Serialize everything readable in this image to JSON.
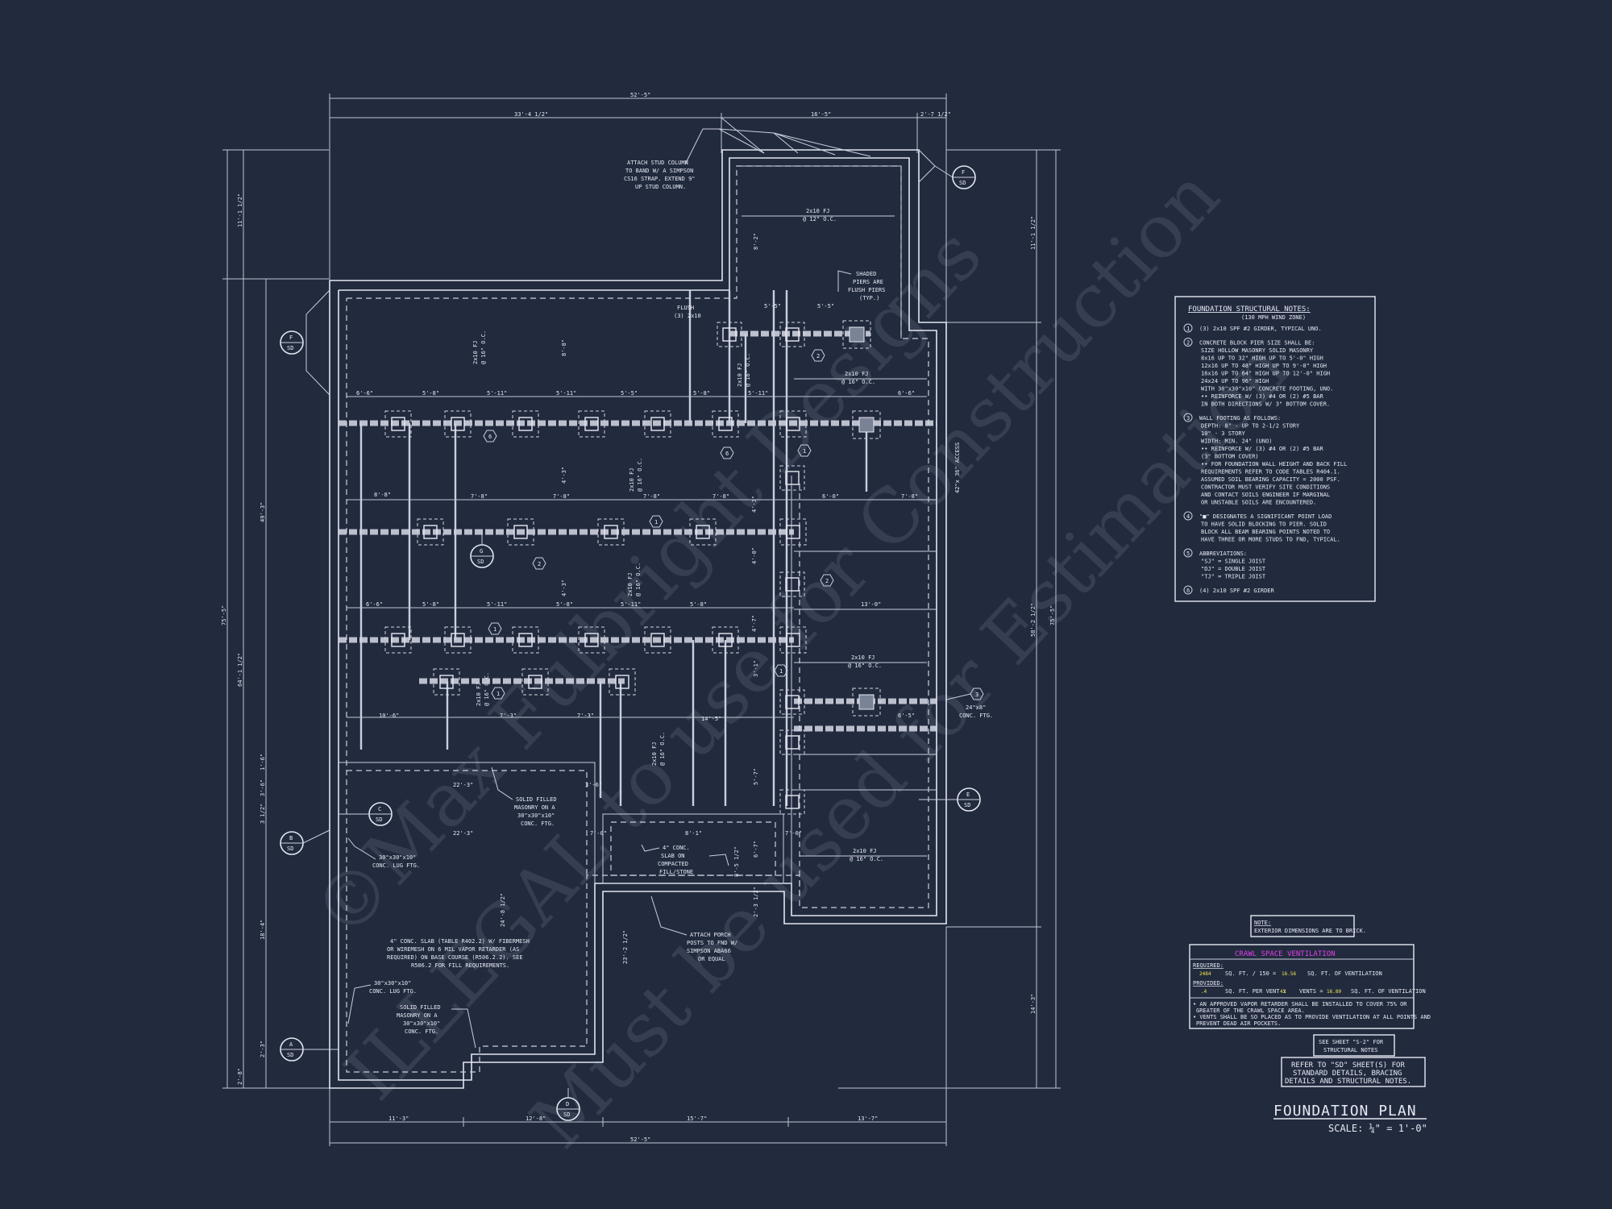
{
  "sheet_title": "FOUNDATION PLAN",
  "scale": "SCALE: ¼\" = 1'-0\"",
  "watermark": {
    "line1": "©Max Fulbright Designs",
    "line2": "ILLEGAL to use for Construction",
    "line3": "Must be used for Estimation"
  },
  "overall_dims": {
    "top_total": "52'-5\"",
    "top_left": "33'-4 1/2\"",
    "top_mid": "16'-5\"",
    "top_right": "2'-7 1/2\"",
    "bottom_total": "52'-5\"",
    "bottom_segments": [
      "11'-3\"",
      "12'-8\"",
      "15'-7\"",
      "13'-7\""
    ],
    "left_total": "75'-5\"",
    "left_upper": "11'-1 1/2\"",
    "left_inner": "49'-3\"",
    "left_lower": "64'-1 1/2\"",
    "left_small": [
      "1'-6\"",
      "3'-6\"",
      "3 1/2\"",
      "18'-4\"",
      "2'-3\"",
      "2'-8\""
    ],
    "right_total": "75'-5\"",
    "right_upper": "11'-1 1/2\"",
    "right_mid": "58'-2 1/2\"",
    "right_lower": "14'-3\""
  },
  "notes_panel": {
    "title": "FOUNDATION STRUCTURAL NOTES:",
    "subtitle": "(130 MPH WIND ZONE)",
    "items": [
      {
        "num": "1",
        "text": "(3) 2x10 SPF #2 GIRDER, TYPICAL UNO."
      },
      {
        "num": "2",
        "text": "CONCRETE BLOCK PIER SIZE SHALL BE:"
      },
      {
        "num": "",
        "text": "SIZE   HOLLOW MASONRY   SOLID MASONRY"
      },
      {
        "num": "",
        "text": "8x16   UP TO 32\" HIGH   UP TO 5'-0\" HIGH"
      },
      {
        "num": "",
        "text": "12x16  UP TO 48\" HIGH   UP TO 9'-0\" HIGH"
      },
      {
        "num": "",
        "text": "16x16  UP TO 64\" HIGH   UP TO 12'-0\" HIGH"
      },
      {
        "num": "",
        "text": "24x24  UP TO 96\" HIGH"
      },
      {
        "num": "",
        "text": "WITH 30\"x30\"x10\" CONCRETE FOOTING, UNO."
      },
      {
        "num": "",
        "text": "•• REINFORCE W/ (3) #4 OR (2) #5 BAR"
      },
      {
        "num": "",
        "text": "IN BOTH DIRECTIONS W/ 3\" BOTTOM COVER."
      },
      {
        "num": "3",
        "text": "WALL FOOTING AS FOLLOWS:"
      },
      {
        "num": "",
        "text": "DEPTH: 8\" - UP TO 2-1/2 STORY"
      },
      {
        "num": "",
        "text": "10\" - 3 STORY"
      },
      {
        "num": "",
        "text": "WIDTH: MIN. 24\" (UNO)"
      },
      {
        "num": "",
        "text": "•• REINFORCE W/ (3) #4 OR (2) #5 BAR"
      },
      {
        "num": "",
        "text": "(3\" BOTTOM COVER)"
      },
      {
        "num": "",
        "text": "•• FOR FOUNDATION WALL HEIGHT AND BACK FILL"
      },
      {
        "num": "",
        "text": "REQUIREMENTS REFER TO CODE TABLES R404.1."
      },
      {
        "num": "",
        "text": "ASSUMED SOIL BEARING CAPACITY = 2000 PSF."
      },
      {
        "num": "",
        "text": "CONTRACTOR MUST VERIFY SITE CONDITIONS"
      },
      {
        "num": "",
        "text": "AND CONTACT SOILS ENGINEER IF MARGINAL"
      },
      {
        "num": "",
        "text": "OR UNSTABLE SOILS ARE ENCOUNTERED."
      },
      {
        "num": "4",
        "text": "\"■\" DESIGNATES A SIGNIFICANT POINT LOAD"
      },
      {
        "num": "",
        "text": "TO HAVE SOLID BLOCKING TO PIER. SOLID"
      },
      {
        "num": "",
        "text": "BLOCK ALL BEAM BEARING POINTS NOTED TO"
      },
      {
        "num": "",
        "text": "HAVE THREE OR MORE STUDS TO FND, TYPICAL."
      },
      {
        "num": "5",
        "text": "ABBREVIATIONS:"
      },
      {
        "num": "",
        "text": "\"SJ\" = SINGLE JOIST"
      },
      {
        "num": "",
        "text": "\"DJ\" = DOUBLE JOIST"
      },
      {
        "num": "",
        "text": "\"TJ\" = TRIPLE JOIST"
      },
      {
        "num": "6",
        "text": "(4) 2x10 SPF #2 GIRDER"
      }
    ]
  },
  "small_note": {
    "label": "NOTE:",
    "text": "EXTERIOR DIMENSIONS ARE TO BRICK."
  },
  "crawl": {
    "title": "CRAWL SPACE VENTILATION",
    "required_label": "REQUIRED:",
    "required_sqft": "2484",
    "required_mid": "SQ. FT. / 150 =",
    "required_vent": "16.56",
    "required_tail": "SQ. FT. OF VENTILATION",
    "provided_label": "PROVIDED:",
    "provided_per": ".4",
    "provided_mid": "SQ. FT. PER VENT x",
    "provided_vents": "42",
    "provided_mid2": "VENTS =",
    "provided_total": "16.80",
    "provided_tail": "SQ. FT. OF VENTILATION",
    "note1": "• AN APPROVED VAPOR RETARDER SHALL BE INSTALLED TO COVER 75% OR",
    "note1b": "GREATER OF THE CRAWL SPACE AREA.",
    "note2": "• VENTS SHALL BE SO PLACED AS TO PROVIDE VENTILATION AT ALL POINTS AND",
    "note2b": "PREVENT DEAD AIR POCKETS."
  },
  "see_sheet": {
    "line1": "SEE SHEET \"S-2\" FOR",
    "line2": "STRUCTURAL NOTES"
  },
  "refer_sd": {
    "line1": "REFER TO \"SD\" SHEET(S) FOR",
    "line2": "STANDARD DETAILS, BRACING",
    "line3": "DETAILS AND STRUCTURAL NOTES."
  },
  "callouts": {
    "attach_stud": [
      "ATTACH STUD COLUMN",
      "TO BAND W/ A SIMPSON",
      "CS16 STRAP. EXTEND 9\"",
      "UP STUD COLUMN."
    ],
    "shaded_piers": [
      "SHADED",
      "PIERS ARE",
      "FLUSH PIERS",
      "(TYP.)"
    ],
    "flush": [
      "FLUSH",
      "(3) 2x10"
    ],
    "solid_filled_1": [
      "SOLID FILLED",
      "MASONRY ON A",
      "30\"x30\"x10\"",
      "CONC. FTG."
    ],
    "conc_slab_porch": [
      "4\" CONC.",
      "SLAB ON",
      "COMPACTED",
      "FILL/STONE"
    ],
    "lug_ftg_1": [
      "30\"x30\"x10\"",
      "CONC. LUG FTG."
    ],
    "conc_slab_main": [
      "4\" CONC. SLAB (TABLE R402.2) W/ FIBERMESH",
      "OR WIREMESH ON 6 MIL VAPOR RETARDER (AS",
      "REQUIRED) ON BASE COURSE (R506.2.2). SEE",
      "R506.2 FOR FILL REQUIREMENTS."
    ],
    "lug_ftg_2": [
      "30\"x30\"x10\"",
      "CONC. LUG FTG."
    ],
    "solid_filled_2": [
      "SOLID FILLED",
      "MASONRY ON A",
      "30\"x30\"x10\"",
      "CONC. FTG."
    ],
    "attach_porch": [
      "ATTACH PORCH",
      "POSTS TO FND W/",
      "SIMPSON ABA66",
      "OR EQUAL"
    ],
    "conc_ftg_24": [
      "24\"x8\"",
      "CONC. FTG."
    ],
    "access": "42\"x 36\" ACCESS"
  },
  "joist_labels": {
    "fj_top": [
      "2x10 FJ",
      "@ 12\" O.C."
    ],
    "fj_16": [
      "2x10 FJ",
      "@ 16\" O.C."
    ]
  },
  "section_markers": [
    {
      "letter": "F",
      "sheet": "SD"
    },
    {
      "letter": "F",
      "sheet": "SD"
    },
    {
      "letter": "G",
      "sheet": "SD"
    },
    {
      "letter": "C",
      "sheet": "SD"
    },
    {
      "letter": "B",
      "sheet": "SD"
    },
    {
      "letter": "A",
      "sheet": "SD"
    },
    {
      "letter": "D",
      "sheet": "SD"
    },
    {
      "letter": "E",
      "sheet": "SD"
    }
  ],
  "span_dims": {
    "row1": [
      "6'-6\"",
      "5'-8\"",
      "5'-11\"",
      "5'-11\"",
      "5'-5\"",
      "5'-8\"",
      "5'-11\"",
      "6'-6\""
    ],
    "row2": [
      "8'-8\"",
      "7'-8\"",
      "7'-8\"",
      "7'-8\"",
      "7'-8\"",
      "6'-0\"",
      "7'-8\""
    ],
    "row3": [
      "6'-6\"",
      "5'-8\"",
      "5'-11\"",
      "5'-8\"",
      "5'-11\"",
      "5'-8\"",
      "13'-0\""
    ],
    "row4": [
      "10'-6\"",
      "7'-3\"",
      "7'-3\"",
      "14'-5\"",
      "6'-5\""
    ],
    "misc": [
      "22'-3\"",
      "22'-3\"",
      "3'-6\"",
      "8'-1\"",
      "7'-0\"",
      "7'-0\"",
      "6'-7\"",
      "8'-5 1/2\"",
      "2'-3 1/2\"",
      "24'-8 1/2\"",
      "23'-2 1/2\"",
      "5'-5\"",
      "5'-5\"",
      "8'-2\"",
      "8'-8\"",
      "4'-3\"",
      "4'-3\"",
      "4'-3\"",
      "4'-0\"",
      "4'-7\"",
      "3'-1\"",
      "5'-7\""
    ]
  },
  "colors": {
    "background": "#222a3e",
    "lines": "#e3e6ef",
    "accent_magenta": "#e040e8",
    "accent_yellow": "#f2e64a"
  }
}
